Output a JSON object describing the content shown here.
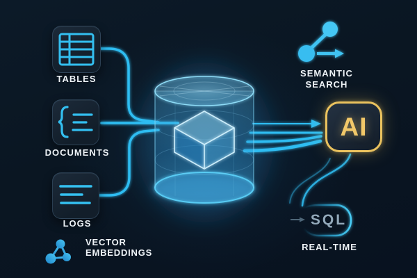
{
  "diagram": {
    "title_hint": "data-sources-to-vector-database-flow",
    "sources": [
      {
        "id": "tables",
        "label": "TABLES",
        "icon": "table-grid-icon"
      },
      {
        "id": "documents",
        "label": "DOCUMENTS",
        "icon": "json-brace-lines-icon"
      },
      {
        "id": "logs",
        "label": "LOGS",
        "icon": "log-lines-icon"
      }
    ],
    "center": {
      "icon": "database-cylinder-with-cube-icon"
    },
    "legend": {
      "icon": "graph-nodes-triangle-icon",
      "line1": "VECTOR",
      "line2": "EMBEDDINGS"
    },
    "outputs": {
      "semantic_search": {
        "icon": "nodes-share-arrow-icon",
        "line1": "SEMANTIC",
        "line2": "SEARCH"
      },
      "ai": {
        "label": "AI"
      },
      "sql": {
        "label": "SQL",
        "icon": "rounded-pill-outline"
      },
      "realtime": {
        "label": "REAL-TIME"
      }
    },
    "colors": {
      "background": "#0a1622",
      "accent_cyan": "#2fbdf2",
      "accent_cyan_bright": "#5fd2f7",
      "accent_gold": "#ecc368",
      "card_bg": "#15212d",
      "card_border": "#32485a",
      "label_text": "#eef3f7",
      "sql_text": "#93a9ba",
      "muted_arrow": "#5b7487"
    }
  }
}
